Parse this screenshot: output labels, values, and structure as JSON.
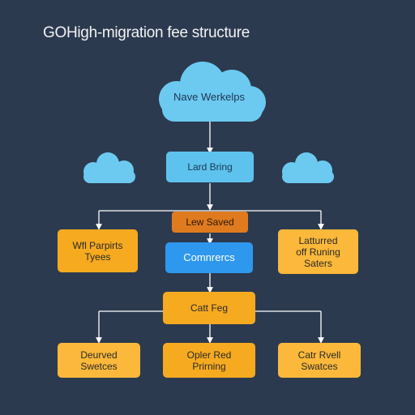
{
  "title": "GOHigh-migration fee structure",
  "colors": {
    "background": "#2b3a4f",
    "cloud": "#6ccaf1",
    "box_light_blue": "#5dc3ee",
    "box_blue": "#2e98ef",
    "box_dark_orange": "#e07a1e",
    "box_orange": "#f6aa20",
    "box_yellow": "#fbb83a",
    "connector": "#ffffff"
  },
  "nodes": {
    "top_cloud": "Nave Werkelps",
    "left_cloud": "",
    "right_cloud": "",
    "level1": "Lard Bring",
    "level2": "Lew Saved",
    "left_mid": "Wfl Parpirts\nTyees",
    "center_mid": "Comnrercs",
    "right_mid": "Latturred\noff Runing\nSaters",
    "level4": "Catt Feg",
    "bottom_left": "Deurved\nSwetces",
    "bottom_center": "Opler Red\nPrirning",
    "bottom_right": "Catr Rvell\nSwatces"
  }
}
